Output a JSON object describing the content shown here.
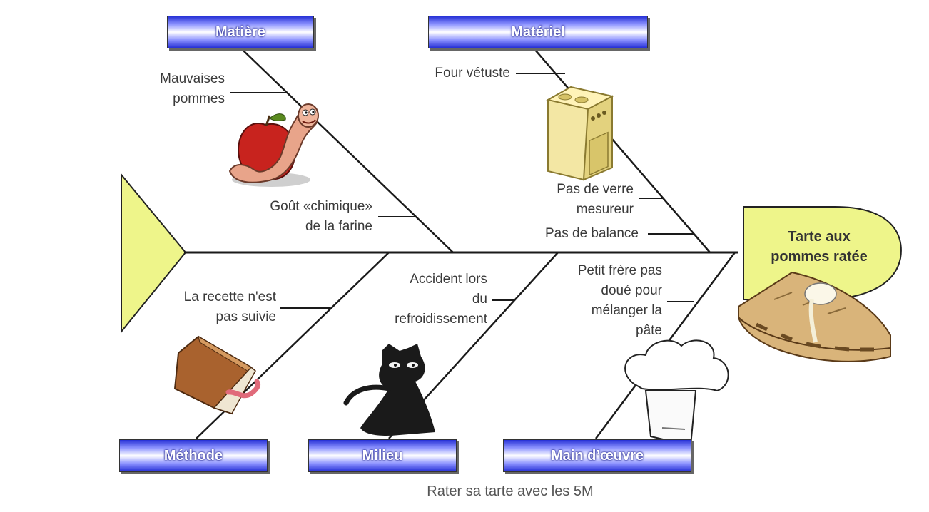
{
  "categories": {
    "matiere": "Matière",
    "materiel": "Matériel",
    "methode": "Méthode",
    "milieu": "Milieu",
    "main_oeuvre": "Main d’œuvre"
  },
  "causes": {
    "matiere": [
      "Mauvaises\npommes",
      "Goût «chimique»\nde la farine"
    ],
    "materiel": [
      "Four vétuste",
      "Pas de verre\nmesureur",
      "Pas de balance"
    ],
    "methode": [
      "La recette n'est\npas suivie"
    ],
    "milieu": [
      "Accident lors\ndu\nrefroidissement"
    ],
    "main_oeuvre": [
      "Petit frère pas\ndoué pour\nmélanger la\npâte"
    ]
  },
  "effect": "Tarte aux\npommes ratée",
  "caption": "Rater sa tarte avec les 5M",
  "colors": {
    "spine": "#1a1a1a",
    "tail": "#eef58a",
    "effect_bg": "#eef58a",
    "category_box": "#2630d6"
  },
  "icons": {
    "matiere": "apple-worm-icon",
    "materiel": "oven-icon",
    "methode": "book-icon",
    "milieu": "black-cat-icon",
    "main_oeuvre": "chef-hat-icon",
    "effect": "pie-slice-icon"
  }
}
